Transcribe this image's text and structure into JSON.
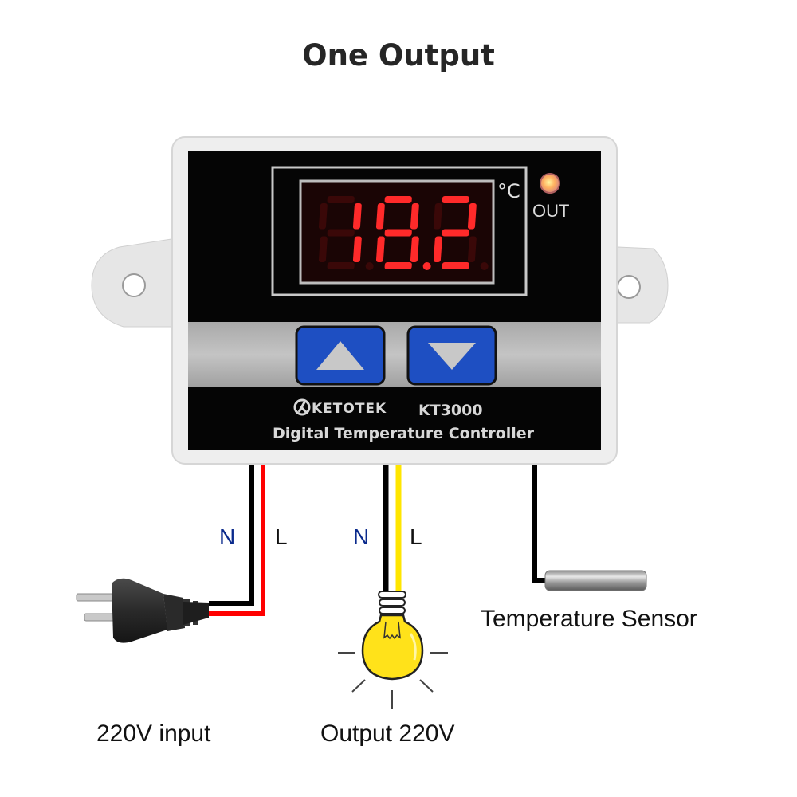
{
  "title": "One Output",
  "device": {
    "display_value": "18.2",
    "unit": "°C",
    "indicator_label": "OUT",
    "brand": "KETOTEK",
    "model": "KT3000",
    "description": "Digital Temperature Controller",
    "buttons": [
      {
        "name": "up",
        "icon": "triangle-up-icon"
      },
      {
        "name": "down",
        "icon": "triangle-down-icon"
      }
    ]
  },
  "wiring": {
    "input": {
      "neutral_label": "N",
      "live_label": "L",
      "neutral_color": "#000000",
      "live_color": "#ff0000"
    },
    "output": {
      "neutral_label": "N",
      "live_label": "L",
      "neutral_color": "#000000",
      "live_color": "#ffe600"
    },
    "sensor_wire_color": "#000000"
  },
  "labels": {
    "input": "220V input",
    "output": "Output 220V",
    "sensor": "Temperature Sensor"
  },
  "colors": {
    "display_red": "#ff2a2a",
    "button_blue": "#1e4fc2",
    "bulb_yellow": "#ffe21a",
    "case_white": "#eeeeee",
    "panel_black": "#050505",
    "label_blue": "#0a2a8c"
  }
}
